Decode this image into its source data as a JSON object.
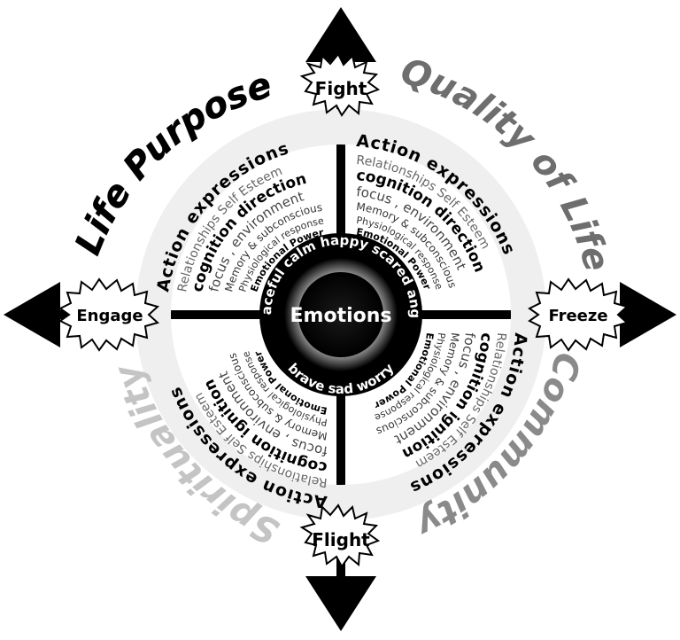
{
  "center": {
    "label": "Emotions"
  },
  "emotion_words": [
    "peaceful",
    "calm",
    "happy",
    "scared",
    "angry",
    "worry",
    "sad",
    "brave"
  ],
  "directions": {
    "top": "Fight",
    "bottom": "Flight",
    "left": "Engage",
    "right": "Freeze"
  },
  "quadrant_titles": {
    "top_left": "Life Purpose",
    "top_right": "Quality of Life",
    "bottom_left": "Spirituality",
    "bottom_right": "Community"
  },
  "quadrant_titles_colors": {
    "top_left": "#000000",
    "top_right": "#6e6e6e",
    "bottom_left": "#c4c4c4",
    "bottom_right": "#8a8a8a"
  },
  "rings": {
    "action": "Action",
    "expressions": "expressions",
    "relationships": "Relationships",
    "self_esteem": "Self Esteem",
    "cognition": "cognition",
    "direction": "direction",
    "ignition": "ignition",
    "focus": "focus",
    "environment": "environment",
    "memory": "Memory",
    "subconscious": "subconscious",
    "physiological": "Physiological",
    "response": "response",
    "emotional_power": "Emotional Power"
  },
  "icons": {
    "arrows": "arrow-head-icon",
    "bursts": "starburst-icon"
  }
}
